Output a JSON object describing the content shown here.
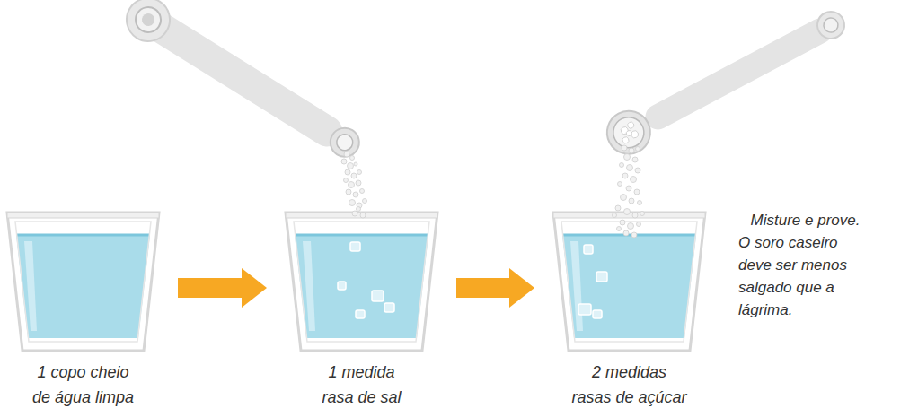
{
  "diagram": {
    "nodes": [
      {
        "text": [
          "1 copo cheio de água limpa"
        ]
      },
      {
        "text": [
          "1 medida rasa de sal"
        ]
      },
      {
        "text": [
          "2 medidas rasas de açúcar"
        ]
      }
    ],
    "edges": [
      {
        "from": 0,
        "to": 1,
        "arrow": "to"
      },
      {
        "from": 1,
        "to": 2,
        "arrow": "to"
      }
    ],
    "labels": [
      "Misture e prove. O soro caseiro deve ser menos salgado que a lágrima."
    ]
  }
}
